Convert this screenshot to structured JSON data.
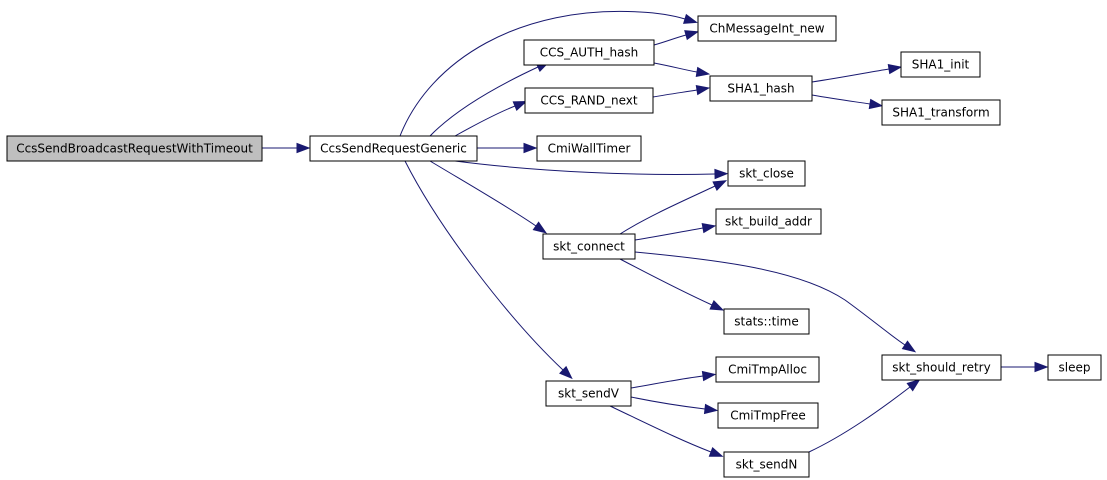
{
  "graph": {
    "nodes": {
      "root": "CcsSendBroadcastRequestWithTimeout",
      "generic": "CcsSendRequestGeneric",
      "auth": "CCS_AUTH_hash",
      "rand": "CCS_RAND_next",
      "timer": "CmiWallTimer",
      "msgnew": "ChMessageInt_new",
      "sha1hash": "SHA1_hash",
      "sha1init": "SHA1_init",
      "sha1transform": "SHA1_transform",
      "sktclose": "skt_close",
      "sktconnect": "skt_connect",
      "sktbuild": "skt_build_addr",
      "statstime": "stats::time",
      "sktsendv": "skt_sendV",
      "tmpalloc": "CmiTmpAlloc",
      "tmpfree": "CmiTmpFree",
      "sktsendn": "skt_sendN",
      "sktretry": "skt_should_retry",
      "sleep": "sleep"
    },
    "edges": [
      [
        "root",
        "generic"
      ],
      [
        "generic",
        "msgnew"
      ],
      [
        "generic",
        "auth"
      ],
      [
        "generic",
        "rand"
      ],
      [
        "generic",
        "timer"
      ],
      [
        "generic",
        "sktclose"
      ],
      [
        "generic",
        "sktconnect"
      ],
      [
        "generic",
        "sktsendv"
      ],
      [
        "auth",
        "msgnew"
      ],
      [
        "auth",
        "sha1hash"
      ],
      [
        "rand",
        "sha1hash"
      ],
      [
        "sha1hash",
        "sha1init"
      ],
      [
        "sha1hash",
        "sha1transform"
      ],
      [
        "sktconnect",
        "sktclose"
      ],
      [
        "sktconnect",
        "sktbuild"
      ],
      [
        "sktconnect",
        "statstime"
      ],
      [
        "sktconnect",
        "sktretry"
      ],
      [
        "sktsendv",
        "tmpalloc"
      ],
      [
        "sktsendv",
        "tmpfree"
      ],
      [
        "sktsendv",
        "sktsendn"
      ],
      [
        "sktsendn",
        "sktretry"
      ],
      [
        "sktretry",
        "sleep"
      ]
    ],
    "colors": {
      "edge": "#191970",
      "root_fill": "#bfbfbf",
      "node_fill": "#ffffff",
      "border": "#000000"
    }
  }
}
